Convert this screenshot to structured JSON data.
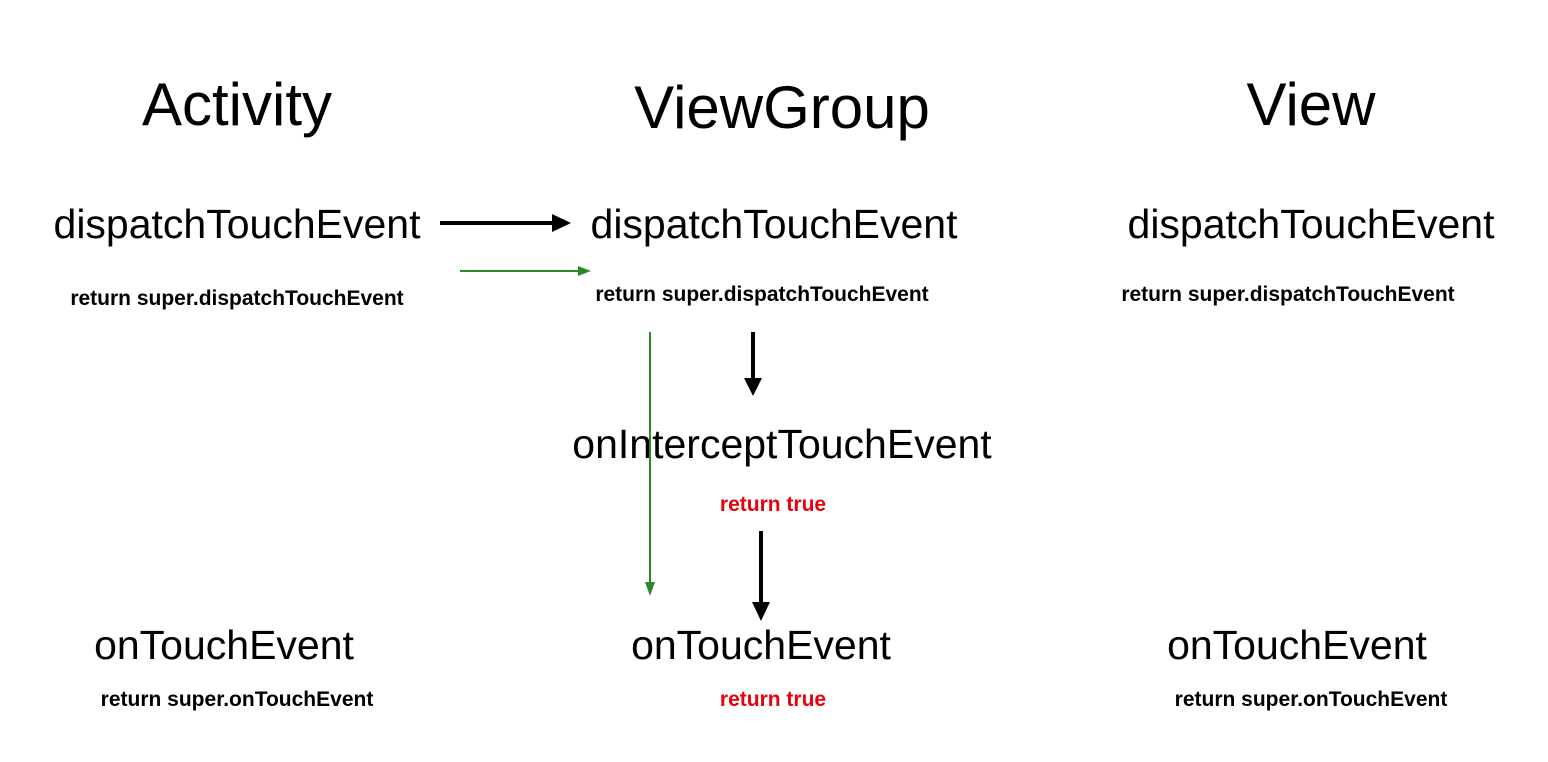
{
  "columns": {
    "activity": {
      "title": "Activity",
      "dispatch": "dispatchTouchEvent",
      "dispatch_return": "return super.dispatchTouchEvent",
      "touch": "onTouchEvent",
      "touch_return": "return super.onTouchEvent"
    },
    "viewgroup": {
      "title": "ViewGroup",
      "dispatch": "dispatchTouchEvent",
      "dispatch_return": "return super.dispatchTouchEvent",
      "intercept": "onInterceptTouchEvent",
      "intercept_return": "return true",
      "touch": "onTouchEvent",
      "touch_return": "return true"
    },
    "view": {
      "title": "View",
      "dispatch": "dispatchTouchEvent",
      "dispatch_return": "return super.dispatchTouchEvent",
      "touch": "onTouchEvent",
      "touch_return": "return super.onTouchEvent"
    }
  },
  "colors": {
    "primary_flow": "#000000",
    "secondary_flow": "#2a8a2a",
    "highlight_return": "#e8000d"
  }
}
